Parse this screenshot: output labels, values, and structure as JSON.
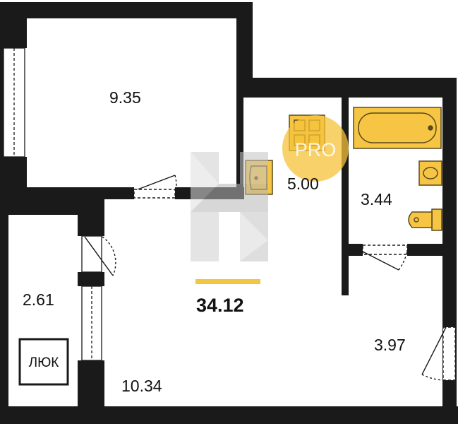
{
  "plan": {
    "total_area": "34.12",
    "rooms": [
      {
        "id": "bedroom",
        "area": "9.35"
      },
      {
        "id": "kitchen",
        "area": "5.00"
      },
      {
        "id": "bathroom",
        "area": "3.44"
      },
      {
        "id": "loggia",
        "area": "2.61"
      },
      {
        "id": "hall",
        "area": "3.97"
      },
      {
        "id": "living",
        "area": "10.34"
      }
    ],
    "hatch_label": "ЛЮК",
    "watermark": {
      "badge": "PRO"
    }
  },
  "colors": {
    "wall": "#1a1a1a",
    "fixture": "#f6c544",
    "fixture_dark": "#5a4a1c",
    "accent_bar": "#f2c641",
    "badge": "#f5c23a"
  }
}
